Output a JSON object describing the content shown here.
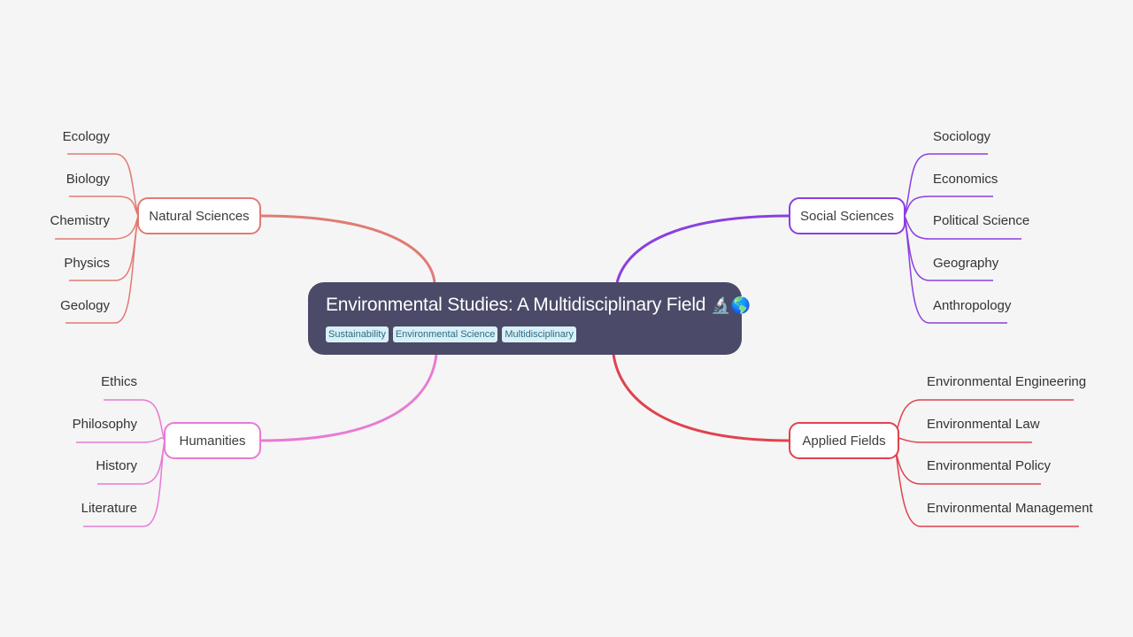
{
  "root": {
    "title": "Environmental Studies: A Multidisciplinary Field",
    "emoji": "🔬🌎",
    "tags": [
      "Sustainability",
      "Environmental Science",
      "Multidisciplinary"
    ]
  },
  "branches": [
    {
      "key": "natural",
      "label": "Natural Sciences",
      "color": "#e07b74",
      "children": [
        "Ecology",
        "Biology",
        "Chemistry",
        "Physics",
        "Geology"
      ]
    },
    {
      "key": "humanities",
      "label": "Humanities",
      "color": "#e87bd3",
      "children": [
        "Ethics",
        "Philosophy",
        "History",
        "Literature"
      ]
    },
    {
      "key": "social",
      "label": "Social Sciences",
      "color": "#8b3fe0",
      "children": [
        "Sociology",
        "Economics",
        "Political Science",
        "Geography",
        "Anthropology"
      ]
    },
    {
      "key": "applied",
      "label": "Applied Fields",
      "color": "#e0424e",
      "children": [
        "Environmental Engineering",
        "Environmental Law",
        "Environmental Policy",
        "Environmental Management"
      ]
    }
  ]
}
